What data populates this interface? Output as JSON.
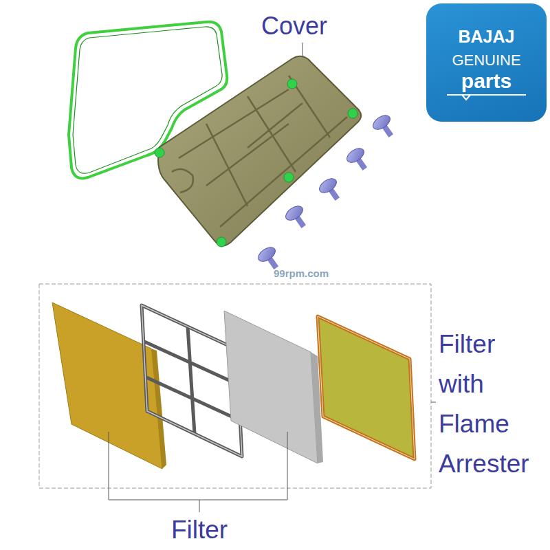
{
  "diagram": {
    "nodes": [
      {
        "text": [
          "BAJAJ",
          "GENUINE",
          "parts"
        ]
      }
    ],
    "labels": [
      "Cover",
      "99rpm.com",
      "Filter with Flame Arrester",
      "Filter"
    ]
  }
}
